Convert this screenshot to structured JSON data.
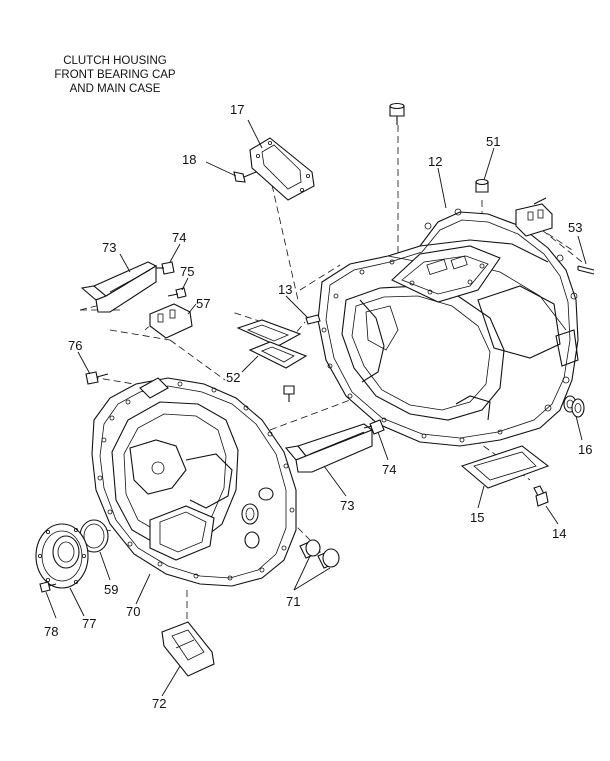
{
  "title": {
    "line1": "CLUTCH HOUSING",
    "line2": "FRONT BEARING CAP",
    "line3": "AND MAIN CASE"
  },
  "callouts": {
    "c17": "17",
    "c18": "18",
    "c51": "51",
    "c12": "12",
    "c53": "53",
    "c73a": "73",
    "c74a": "74",
    "c75": "75",
    "c57": "57",
    "c13": "13",
    "c76": "76",
    "c52": "52",
    "c16": "16",
    "c74b": "74",
    "c73b": "73",
    "c15": "15",
    "c14": "14",
    "c59": "59",
    "c70": "70",
    "c71": "71",
    "c78": "78",
    "c77": "77",
    "c72": "72"
  }
}
